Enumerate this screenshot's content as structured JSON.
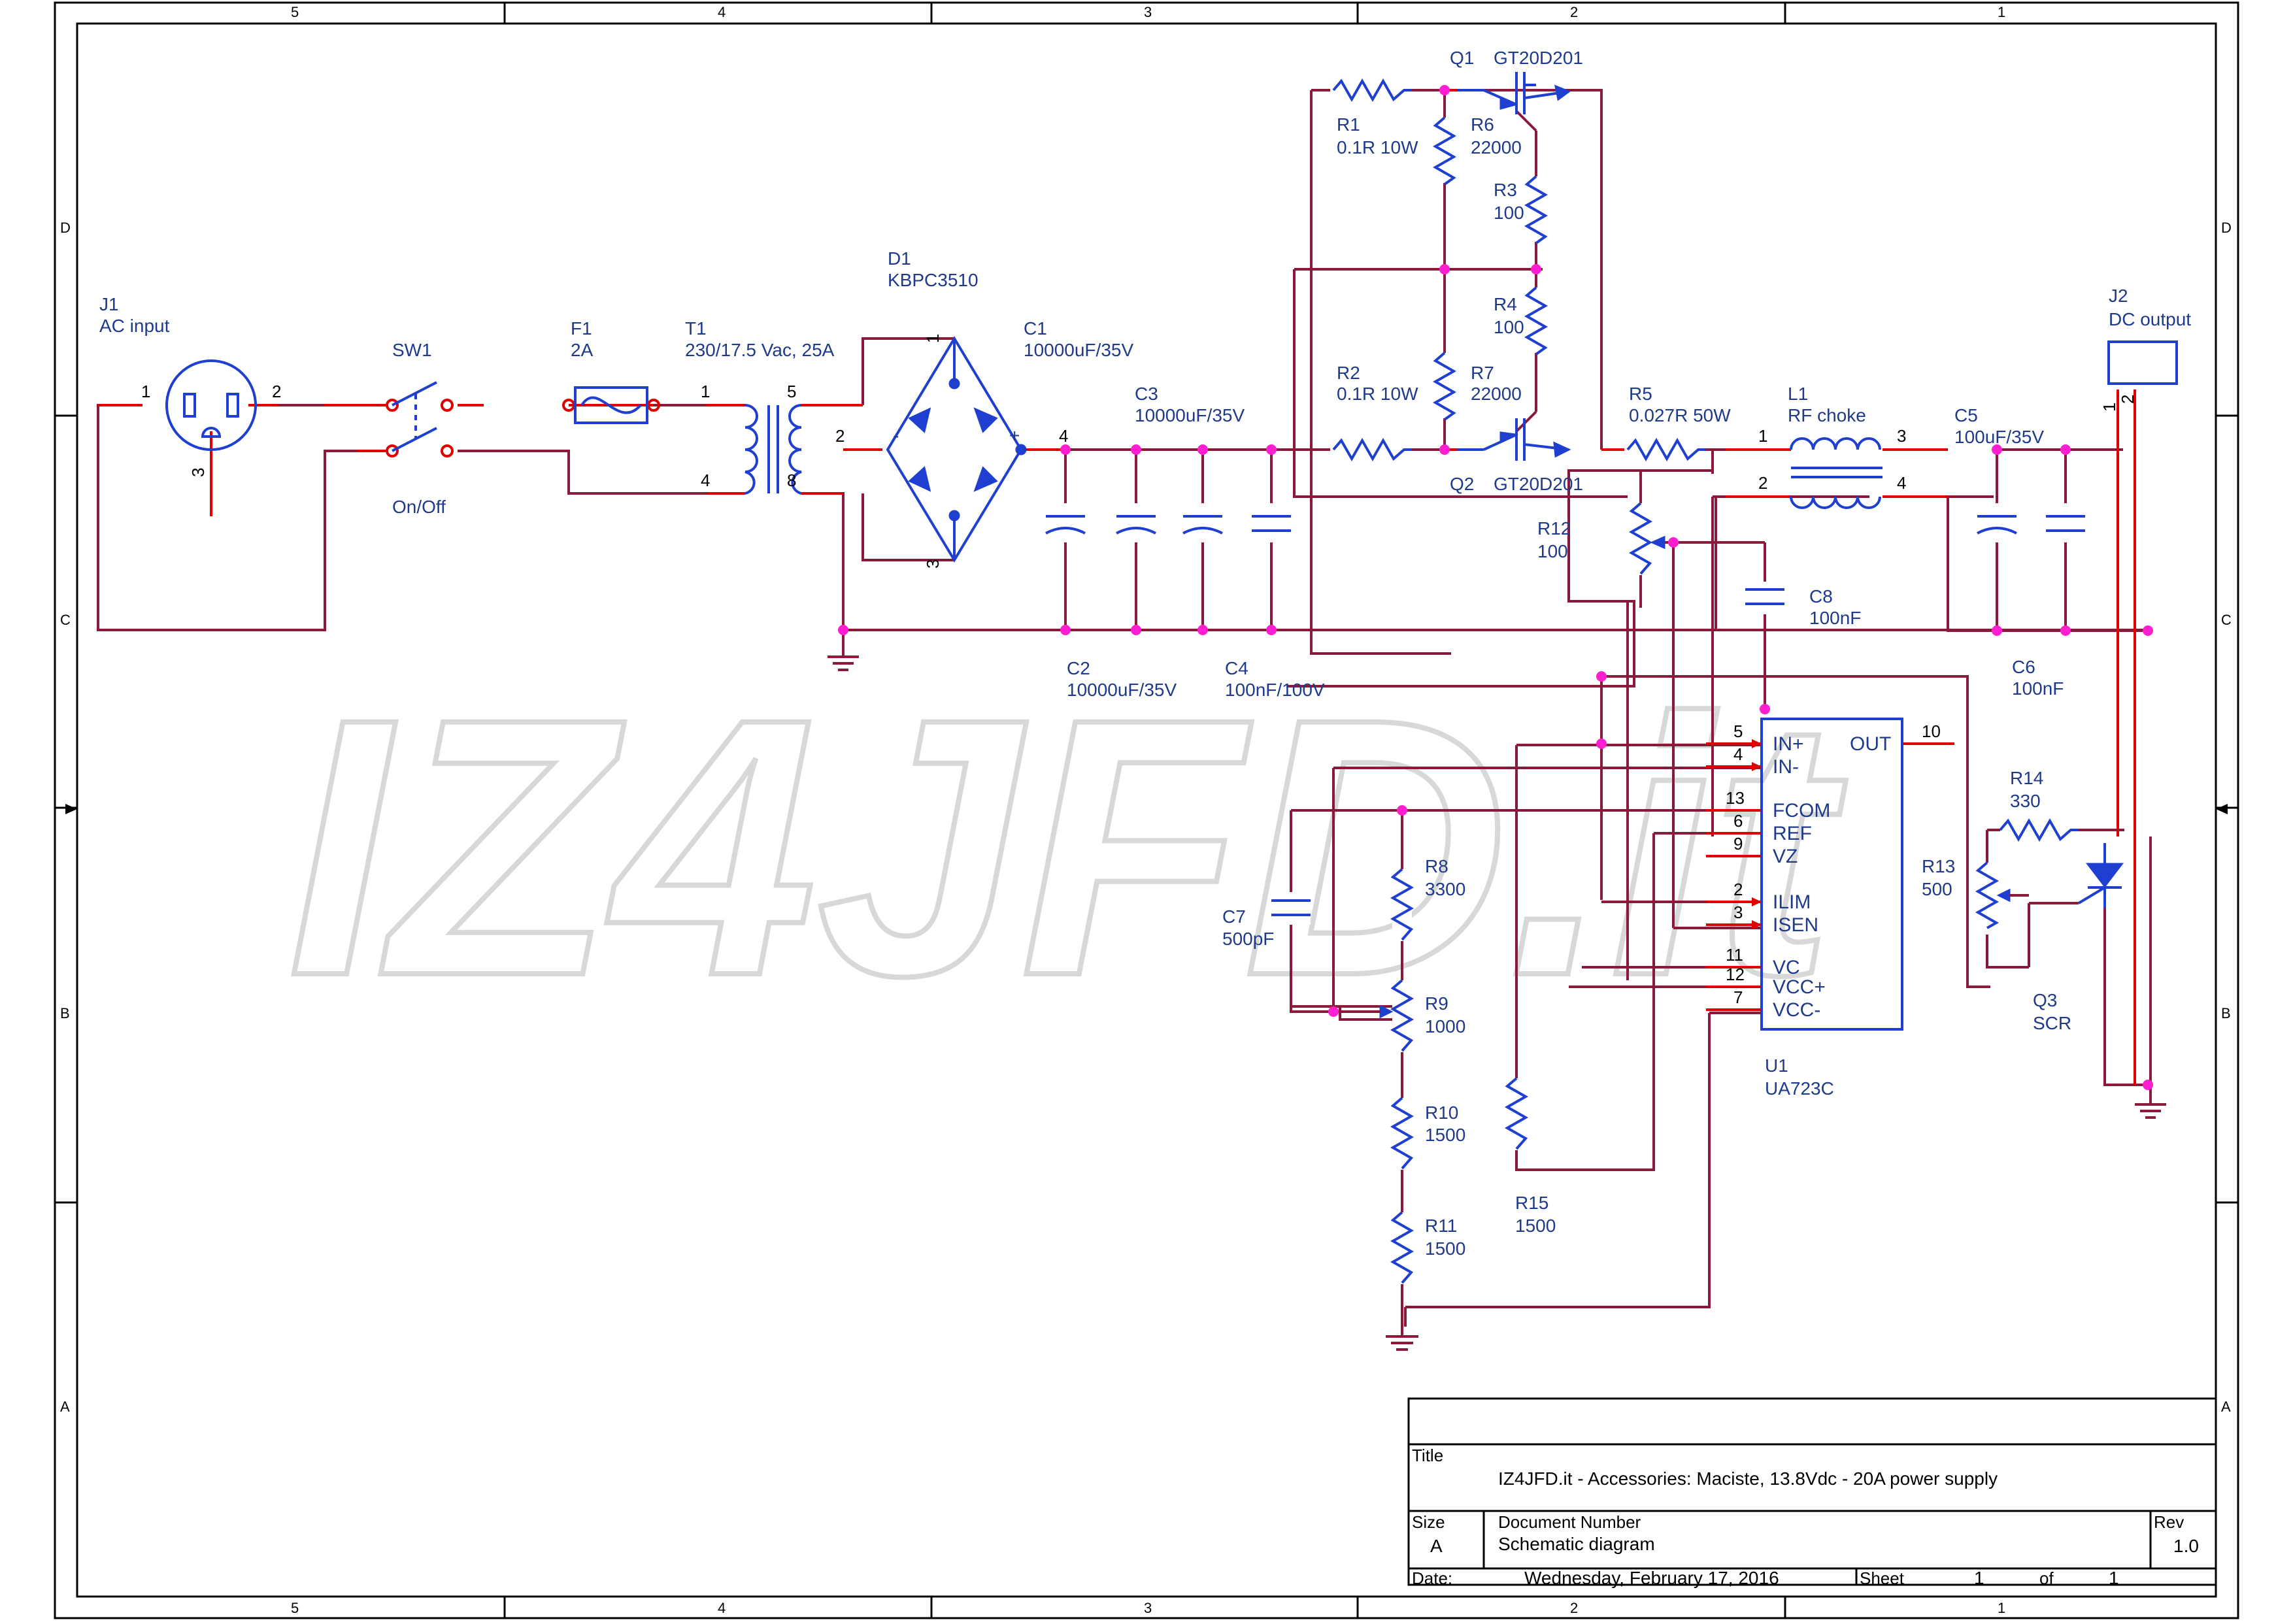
{
  "zones": {
    "top": [
      "5",
      "4",
      "3",
      "2",
      "1"
    ],
    "side": [
      "D",
      "C",
      "B",
      "A"
    ]
  },
  "watermark": "IZ4JFD.it",
  "components": {
    "J1": {
      "ref": "J1",
      "value": "AC input"
    },
    "SW1": {
      "ref": "SW1",
      "value": "On/Off"
    },
    "F1": {
      "ref": "F1",
      "value": "2A"
    },
    "T1": {
      "ref": "T1",
      "value": "230/17.5 Vac, 25A"
    },
    "D1": {
      "ref": "D1",
      "value": "KBPC3510"
    },
    "C1": {
      "ref": "C1",
      "value": "10000uF/35V"
    },
    "C2": {
      "ref": "C2",
      "value": "10000uF/35V"
    },
    "C3": {
      "ref": "C3",
      "value": "10000uF/35V"
    },
    "C4": {
      "ref": "C4",
      "value": "100nF/100V"
    },
    "Q1": {
      "ref": "Q1",
      "value": "GT20D201"
    },
    "Q2": {
      "ref": "Q2",
      "value": "GT20D201"
    },
    "R1": {
      "ref": "R1",
      "value": "0.1R 10W"
    },
    "R2": {
      "ref": "R2",
      "value": "0.1R 10W"
    },
    "R3": {
      "ref": "R3",
      "value": "100"
    },
    "R4": {
      "ref": "R4",
      "value": "100"
    },
    "R5": {
      "ref": "R5",
      "value": "0.027R 50W"
    },
    "R6": {
      "ref": "R6",
      "value": "22000"
    },
    "R7": {
      "ref": "R7",
      "value": "22000"
    },
    "R8": {
      "ref": "R8",
      "value": "3300"
    },
    "R9": {
      "ref": "R9",
      "value": "1000"
    },
    "R10": {
      "ref": "R10",
      "value": "1500"
    },
    "R11": {
      "ref": "R11",
      "value": "1500"
    },
    "R12": {
      "ref": "R12",
      "value": "100"
    },
    "R13": {
      "ref": "R13",
      "value": "500"
    },
    "R14": {
      "ref": "R14",
      "value": "330"
    },
    "R15": {
      "ref": "R15",
      "value": "1500"
    },
    "L1": {
      "ref": "L1",
      "value": "RF choke"
    },
    "C5": {
      "ref": "C5",
      "value": "100uF/35V"
    },
    "C6": {
      "ref": "C6",
      "value": "100nF"
    },
    "C7": {
      "ref": "C7",
      "value": "500pF"
    },
    "C8": {
      "ref": "C8",
      "value": "100nF"
    },
    "J2": {
      "ref": "J2",
      "value": "DC output"
    },
    "Q3": {
      "ref": "Q3",
      "value": "SCR"
    },
    "U1": {
      "ref": "U1",
      "value": "UA723C"
    }
  },
  "u1_pins": {
    "left": [
      {
        "num": "5",
        "name": "IN+"
      },
      {
        "num": "4",
        "name": "IN-"
      },
      {
        "num": "13",
        "name": "FCOM"
      },
      {
        "num": "6",
        "name": "REF"
      },
      {
        "num": "9",
        "name": "VZ"
      },
      {
        "num": "2",
        "name": "ILIM"
      },
      {
        "num": "3",
        "name": "ISEN"
      },
      {
        "num": "11",
        "name": "VC"
      },
      {
        "num": "12",
        "name": "VCC+"
      },
      {
        "num": "7",
        "name": "VCC-"
      }
    ],
    "right": [
      {
        "num": "10",
        "name": "OUT"
      }
    ]
  },
  "pins": {
    "j1": [
      "1",
      "2",
      "3"
    ],
    "t1": [
      "1",
      "4",
      "5",
      "8"
    ],
    "d1": [
      "1",
      "2",
      "3",
      "4"
    ],
    "l1": [
      "1",
      "2",
      "3",
      "4"
    ],
    "j2": [
      "1",
      "2"
    ]
  },
  "title_block": {
    "title_label": "Title",
    "title": "IZ4JFD.it - Accessories: Maciste, 13.8Vdc - 20A power supply",
    "size_label": "Size",
    "size": "A",
    "docnum_label": "Document Number",
    "docnum": "Schematic diagram",
    "rev_label": "Rev",
    "rev": "1.0",
    "date_label": "Date:",
    "date": "Wednesday, February 17, 2016",
    "sheet_label": "Sheet",
    "sheet": "1",
    "of_label": "of",
    "sheet_total": "1"
  },
  "colors": {
    "wire": "#8b1a3a",
    "pin_wire": "#e00000",
    "component": "#1f3fd0",
    "label": "#1f3a8a",
    "junction": "#ff1fd0"
  }
}
